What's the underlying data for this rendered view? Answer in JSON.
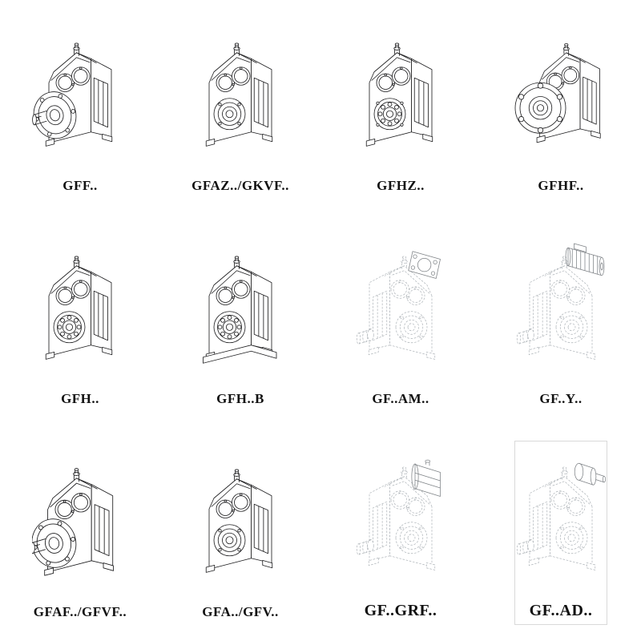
{
  "page": {
    "title": "Parallel shaft helical gearbox model variants",
    "background": "#ffffff",
    "line_color": "#1d1d1f",
    "phantom_line_color": "#aab0b5"
  },
  "items": [
    {
      "label": "GFF..",
      "style": "solid"
    },
    {
      "label": "GFAZ../GKVF..",
      "style": "solid"
    },
    {
      "label": "GFHZ..",
      "style": "solid"
    },
    {
      "label": "GFHF..",
      "style": "solid"
    },
    {
      "label": "GFH..",
      "style": "solid"
    },
    {
      "label": "GFH..B",
      "style": "solid"
    },
    {
      "label": "GF..AM..",
      "style": "phantom"
    },
    {
      "label": "GF..Y..",
      "style": "phantom"
    },
    {
      "label": "GFAF../GFVF..",
      "style": "solid"
    },
    {
      "label": "GFA../GFV..",
      "style": "solid"
    },
    {
      "label": "GF..GRF..",
      "style": "phantom"
    },
    {
      "label": "GF..AD..",
      "style": "phantom"
    }
  ]
}
